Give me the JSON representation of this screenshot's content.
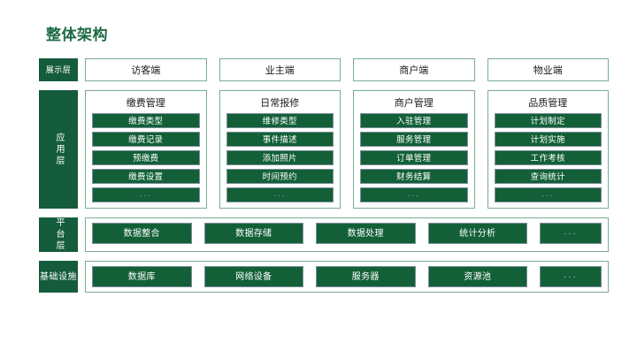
{
  "slide": {
    "title": "整体架构",
    "accent_color": "#1d6b46",
    "chip_color": "#136038",
    "panel_border_color": "#7aab92"
  },
  "layers": [
    {
      "label": "展示层",
      "label_style": "horizontal",
      "type": "plain",
      "panels": [
        {
          "title": "访客端"
        },
        {
          "title": "业主端"
        },
        {
          "title": "商户端"
        },
        {
          "title": "物业端"
        }
      ]
    },
    {
      "label": "应用层",
      "label_style": "vertical",
      "type": "panels",
      "panels": [
        {
          "title": "缴费管理",
          "items": [
            "缴费类型",
            "缴费记录",
            "预缴费",
            "缴费设置",
            "···"
          ]
        },
        {
          "title": "日常报修",
          "items": [
            "维修类型",
            "事件描述",
            "添加照片",
            "时间预约",
            "···"
          ]
        },
        {
          "title": "商户管理",
          "items": [
            "入驻管理",
            "服务管理",
            "订单管理",
            "财务结算",
            "···"
          ]
        },
        {
          "title": "品质管理",
          "items": [
            "计划制定",
            "计划实施",
            "工作考核",
            "查询统计",
            "···"
          ]
        }
      ]
    },
    {
      "label": "平台层",
      "label_style": "vertical",
      "type": "flat",
      "items": [
        "数据整合",
        "数据存储",
        "数据处理",
        "统计分析",
        "···"
      ]
    },
    {
      "label_lines": [
        "基础",
        "设施"
      ],
      "label_style": "twoline",
      "type": "flat",
      "items": [
        "数据库",
        "网络设备",
        "服务器",
        "资源池",
        "···"
      ]
    }
  ]
}
